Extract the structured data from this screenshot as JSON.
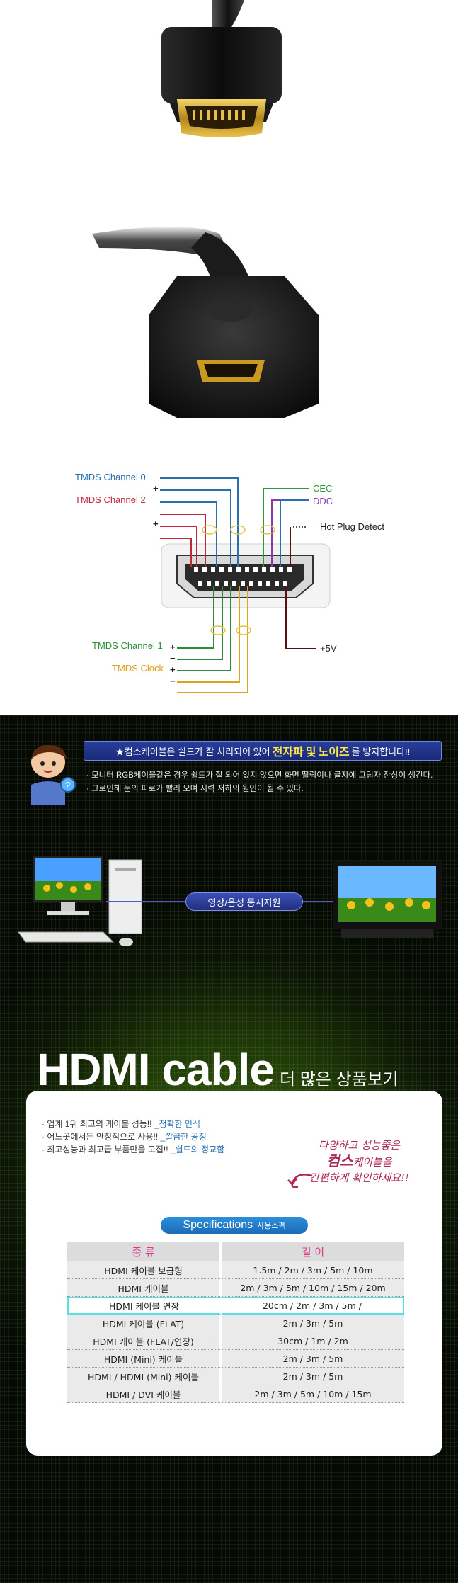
{
  "pinout": {
    "left_labels": [
      {
        "text": "TMDS Channel 0",
        "color": "#2a6fb0"
      },
      {
        "text": "TMDS Channel 2",
        "color": "#c0283a"
      },
      {
        "text": "TMDS Channel 1",
        "color": "#2e8b3a"
      },
      {
        "text": "TMDS Clock",
        "color": "#e0a020"
      }
    ],
    "right_labels": [
      {
        "text": "CEC",
        "color": "#2e9a3a"
      },
      {
        "text": "DDC",
        "color": "#8a3ab0"
      },
      {
        "text": "Hot Plug Detect",
        "color": "#222222"
      },
      {
        "text": "+5V",
        "color": "#222222"
      }
    ],
    "polarity_plus": "+",
    "polarity_minus": "−"
  },
  "promo": {
    "banner_pre": "★컴스케이블은 쉴드가 잘 처리되어 있어",
    "banner_big1": "전자파",
    "banner_mid": "및",
    "banner_big2": "노이즈",
    "banner_post": "를 방지합니다!!",
    "notes": [
      "모니터 RGB케이블같은 경우 쉴드가 잘 되어 있지 않으면 화면 떨림이나 글자에 그림자 잔상이 생긴다.",
      "그로인해 눈의 피로가 빨리 오며 시력 저하의 원인이 될 수 있다."
    ],
    "av_label": "영상/음성 동시지원",
    "title_main": "HDMI cable",
    "title_sub": "더 많은 상품보기",
    "features": [
      {
        "text": "업계 1위 최고의 케이블 성능!! ",
        "em": "_정확한 인식"
      },
      {
        "text": "어느곳에서든 안정적으로 사용!! ",
        "em": "_깔끔한 공정"
      },
      {
        "text": "최고성능과 최고급 부품만을 고집!! ",
        "em": "_쉴드의 정교함"
      }
    ],
    "handwriting": [
      "다양하고 성능좋은",
      "컴스",
      "케이블을",
      "간편하게 확인하세요!!"
    ],
    "spec_title": "Specifications",
    "spec_title_ko": "사용스펙",
    "table": {
      "headers": [
        "종 류",
        "길 이"
      ],
      "rows": [
        [
          "HDMI 케이블 보급형",
          "1.5m / 2m / 3m / 5m / 10m"
        ],
        [
          "HDMI 케이블",
          "2m / 3m / 5m / 10m / 15m / 20m"
        ],
        [
          "HDMI 케이블 연장",
          "20cm / 2m / 3m / 5m /"
        ],
        [
          "HDMI 케이블 (FLAT)",
          "2m / 3m / 5m"
        ],
        [
          "HDMI 케이블 (FLAT/연장)",
          "30cm / 1m / 2m"
        ],
        [
          "HDMI (Mini) 케이블",
          "2m / 3m / 5m"
        ],
        [
          "HDMI / HDMI (Mini) 케이블",
          "2m / 3m / 5m"
        ],
        [
          "HDMI / DVI 케이블",
          "2m / 3m / 5m / 10m / 15m"
        ]
      ],
      "highlight_row": 2
    }
  }
}
